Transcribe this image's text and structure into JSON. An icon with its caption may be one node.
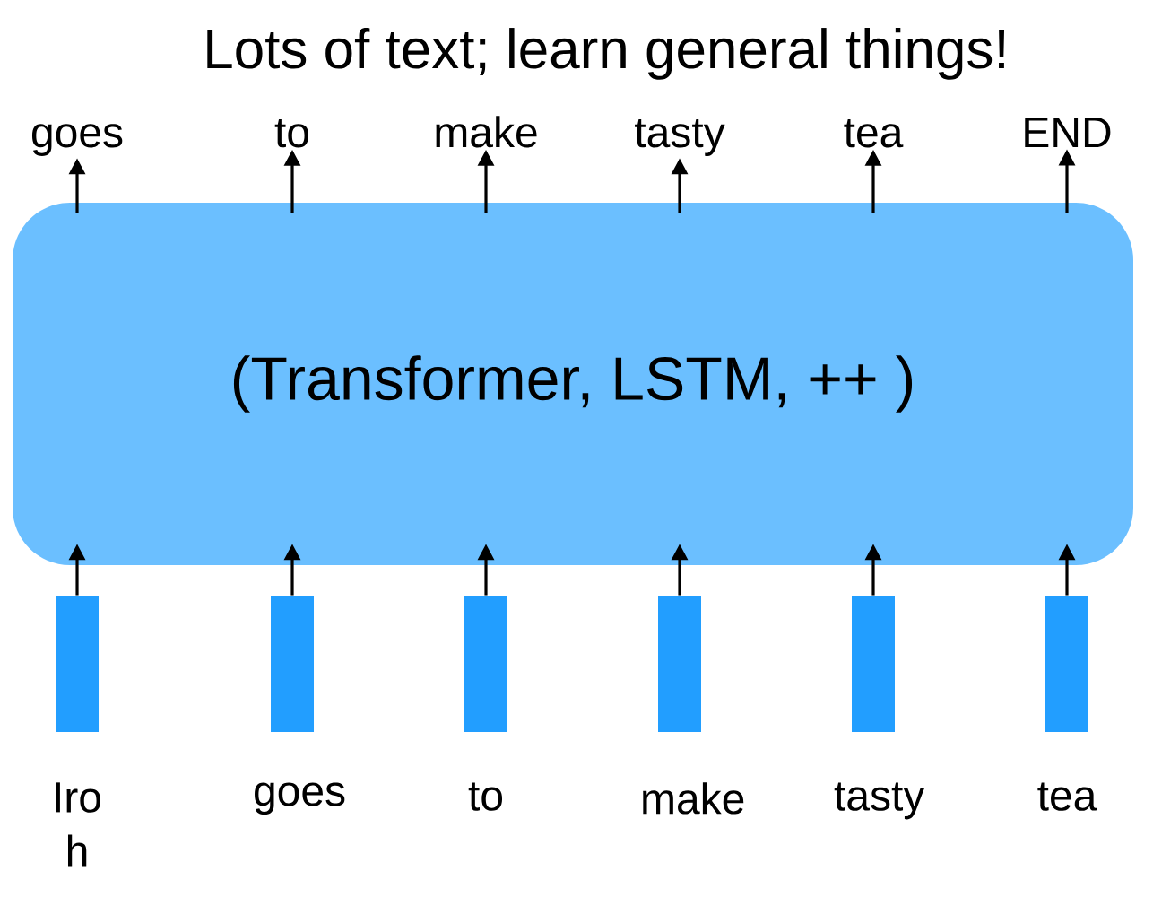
{
  "diagram": {
    "title": "Lots of text; learn general things!",
    "nodes": [
      {
        "text": [
          "(Transformer, LSTM, ++ )"
        ]
      },
      {
        "text": [
          "goes"
        ]
      },
      {
        "text": [
          "to"
        ]
      },
      {
        "text": [
          "make"
        ]
      },
      {
        "text": [
          "tasty"
        ]
      },
      {
        "text": [
          "tea"
        ]
      },
      {
        "text": [
          "END"
        ]
      },
      {
        "text": [],
        "shape": "bar",
        "beside": [
          "Iro h"
        ]
      },
      {
        "text": [],
        "shape": "bar",
        "beside": [
          "goes"
        ]
      },
      {
        "text": [],
        "shape": "bar",
        "beside": [
          "to"
        ]
      },
      {
        "text": [],
        "shape": "bar",
        "beside": [
          "make"
        ]
      },
      {
        "text": [],
        "shape": "bar",
        "beside": [
          "tasty"
        ]
      },
      {
        "text": [],
        "shape": "bar",
        "beside": [
          "tea"
        ]
      }
    ],
    "edges": [
      {
        "from": 0,
        "to": 1,
        "arrow": "to"
      },
      {
        "from": 0,
        "to": 2,
        "arrow": "to"
      },
      {
        "from": 0,
        "to": 3,
        "arrow": "to"
      },
      {
        "from": 0,
        "to": 4,
        "arrow": "to"
      },
      {
        "from": 0,
        "to": 5,
        "arrow": "to"
      },
      {
        "from": 0,
        "to": 6,
        "arrow": "to"
      },
      {
        "from": 7,
        "to": 0,
        "arrow": "to"
      },
      {
        "from": 8,
        "to": 0,
        "arrow": "to"
      },
      {
        "from": 9,
        "to": 0,
        "arrow": "to"
      },
      {
        "from": 10,
        "to": 0,
        "arrow": "to"
      },
      {
        "from": 11,
        "to": 0,
        "arrow": "to"
      },
      {
        "from": 12,
        "to": 0,
        "arrow": "to"
      }
    ]
  }
}
